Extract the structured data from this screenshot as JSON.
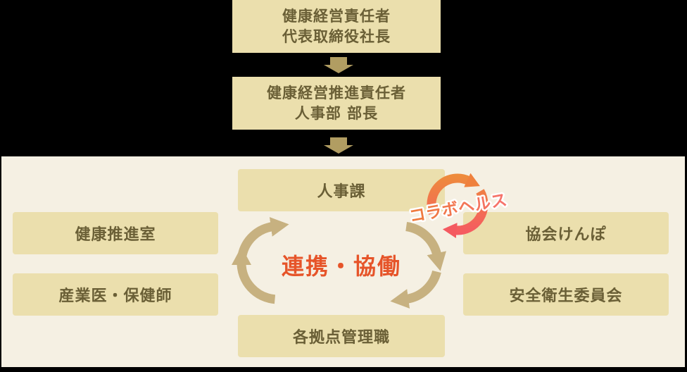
{
  "org_flow": {
    "top_box": {
      "line1": "健康経営責任者",
      "line2": "代表取締役社長"
    },
    "second_box": {
      "line1": "健康経営推進責任者",
      "line2": "人事部 部長"
    }
  },
  "panel": {
    "hr_section": "人事課",
    "left_boxes": {
      "health_promotion": "健康推進室",
      "occupational": "産業医・保健師"
    },
    "right_boxes": {
      "kyokai_kenpo": "協会けんぽ",
      "safety_committee": "安全衛生委員会"
    },
    "site_managers": "各拠点管理職",
    "cycle_label": "連携・協働",
    "collab_label": "コラボヘルス"
  },
  "palette": {
    "background": "#000000",
    "panel_bg": "#f5f0e3",
    "box_bg": "#ebdfad",
    "box_text": "#6a5f36",
    "flow_arrow": "#b19d62",
    "cycle_arrow": "#c7b180",
    "cycle_text": "#e65429",
    "collab_orange": "#ef813d",
    "collab_red": "#f45a60"
  }
}
